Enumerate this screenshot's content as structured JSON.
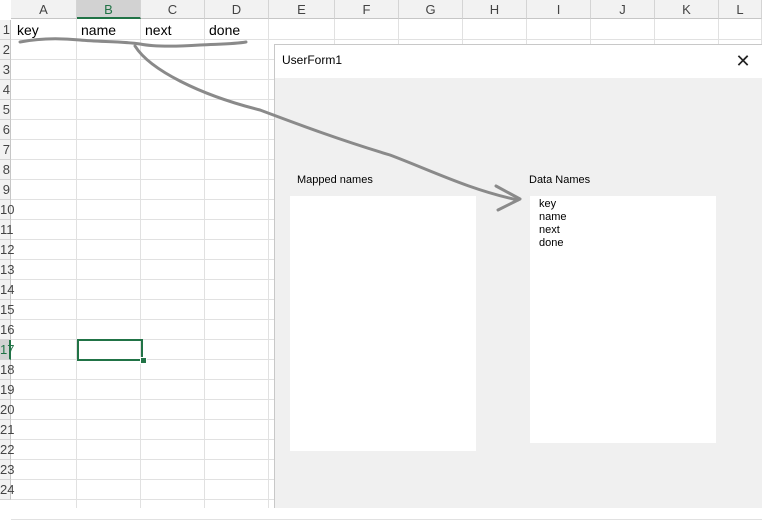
{
  "sheet": {
    "columns": [
      "A",
      "B",
      "C",
      "D",
      "E",
      "F",
      "G",
      "H",
      "I",
      "J",
      "K",
      "L"
    ],
    "selected_column": "B",
    "rows": [
      "1",
      "2",
      "3",
      "4",
      "5",
      "6",
      "7",
      "8",
      "9",
      "10",
      "11",
      "12",
      "13",
      "14",
      "15",
      "16",
      "17",
      "18",
      "19",
      "20",
      "21",
      "22",
      "23",
      "24"
    ],
    "selected_row": "17",
    "row1_cells": [
      "key",
      "name",
      "next",
      "done"
    ]
  },
  "form": {
    "title": "UserForm1",
    "close_glyph": "✕",
    "mapped_label": "Mapped names",
    "data_label": "Data Names",
    "data_items": [
      "key",
      "name",
      "next",
      "done"
    ]
  },
  "colors": {
    "excel_green": "#217346",
    "annotation_gray": "#8a8a8a"
  }
}
